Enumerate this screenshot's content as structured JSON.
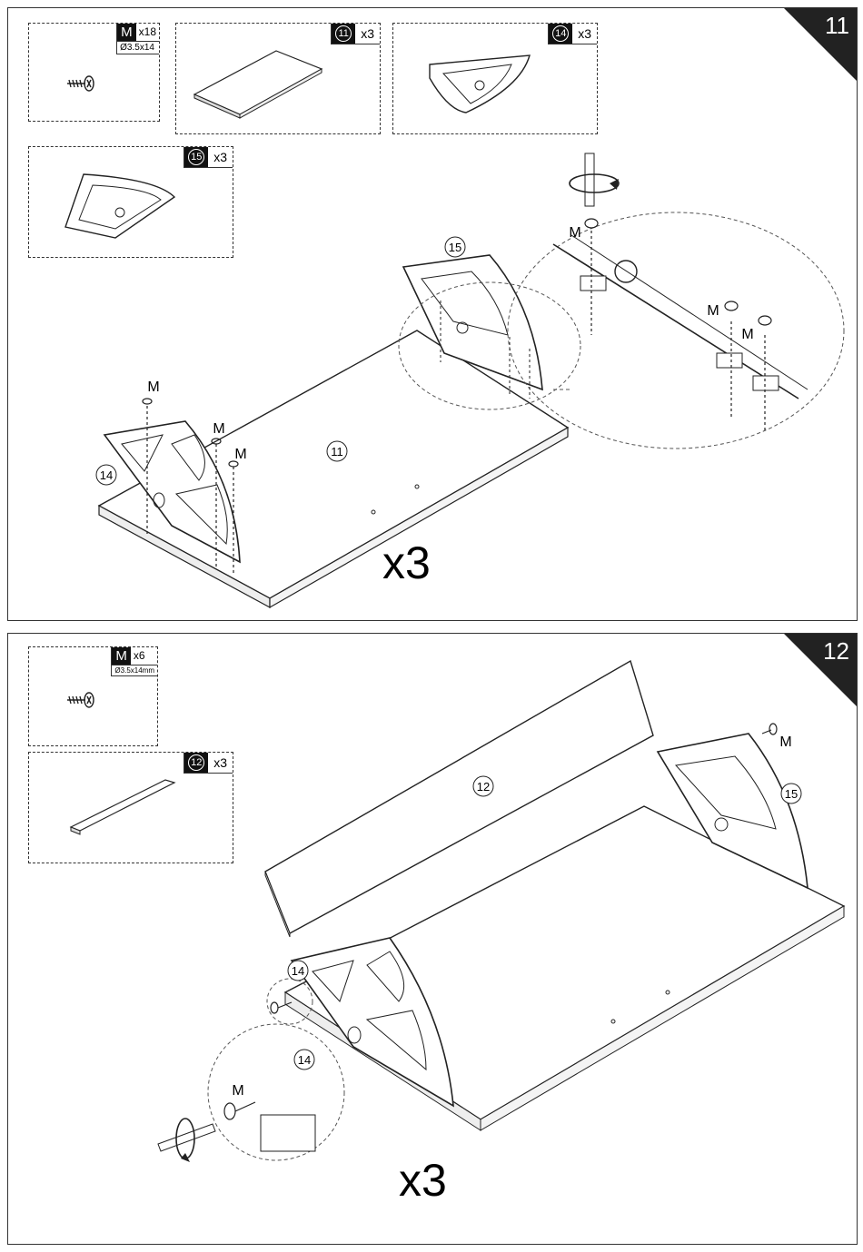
{
  "step11": {
    "number": "11",
    "screw_box": {
      "id": "M",
      "qty": "x18",
      "dim": "Ø3.5x14"
    },
    "part_boxes": [
      {
        "id": "11",
        "qty": "x3"
      },
      {
        "id": "14",
        "qty": "x3"
      },
      {
        "id": "15",
        "qty": "x3"
      }
    ],
    "labels": {
      "panel": "11",
      "left_bracket": "14",
      "right_bracket": "15",
      "screw": "M"
    },
    "multiplier": "x3"
  },
  "step12": {
    "number": "12",
    "screw_box": {
      "id": "M",
      "qty": "x6",
      "dim": "Ø3.5x14mm"
    },
    "part_boxes": [
      {
        "id": "12",
        "qty": "x3"
      }
    ],
    "labels": {
      "board": "12",
      "left_bracket": "14",
      "right_bracket": "15",
      "screw": "M"
    },
    "multiplier": "x3"
  }
}
